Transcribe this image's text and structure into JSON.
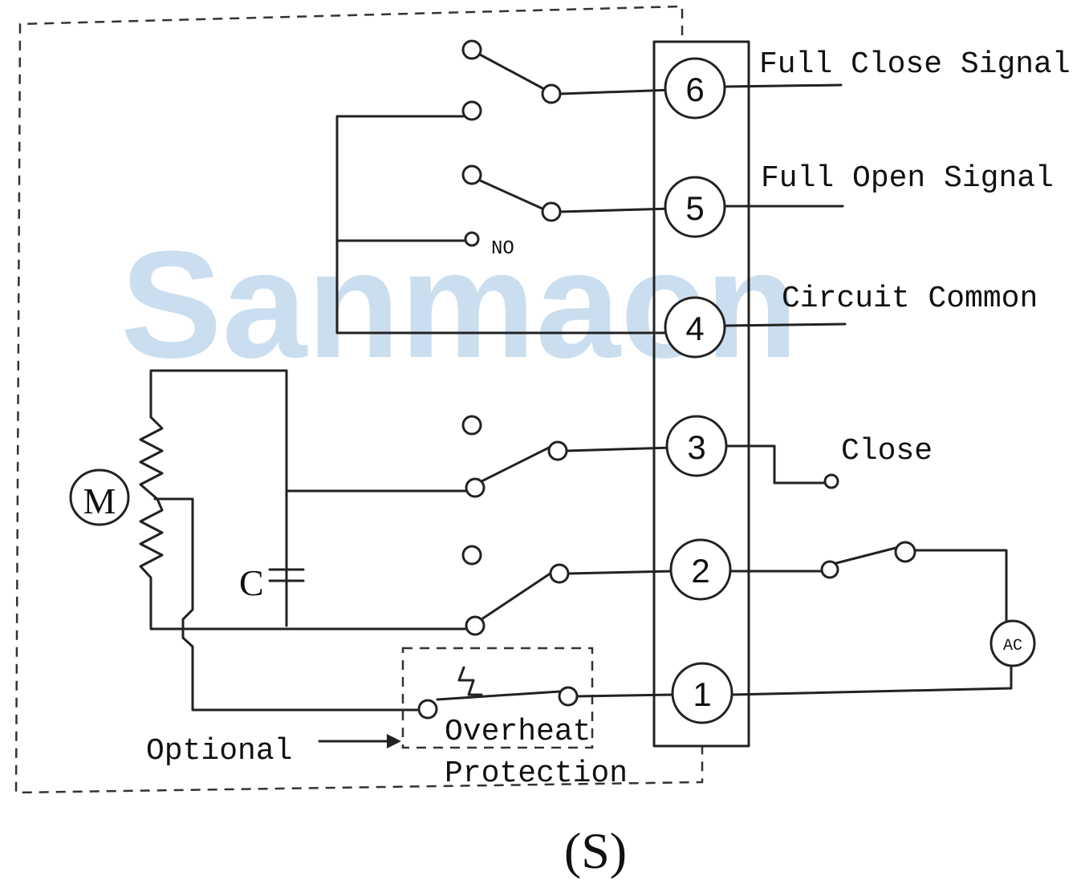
{
  "watermark": "Sanmacn",
  "terminals": [
    {
      "number": "6",
      "label": "Full Close Signal"
    },
    {
      "number": "5",
      "label": "Full Open Signal"
    },
    {
      "number": "4",
      "label": "Circuit Common"
    },
    {
      "number": "3",
      "label": "Close"
    },
    {
      "number": "2",
      "label": ""
    },
    {
      "number": "1",
      "label": ""
    }
  ],
  "labels": {
    "no_contact": "NO",
    "motor": "M",
    "capacitor": "C",
    "ac_source": "AC",
    "optional": "Optional",
    "overheat_line1": "Overheat",
    "overheat_line2": "Protection",
    "caption": "(S)"
  }
}
